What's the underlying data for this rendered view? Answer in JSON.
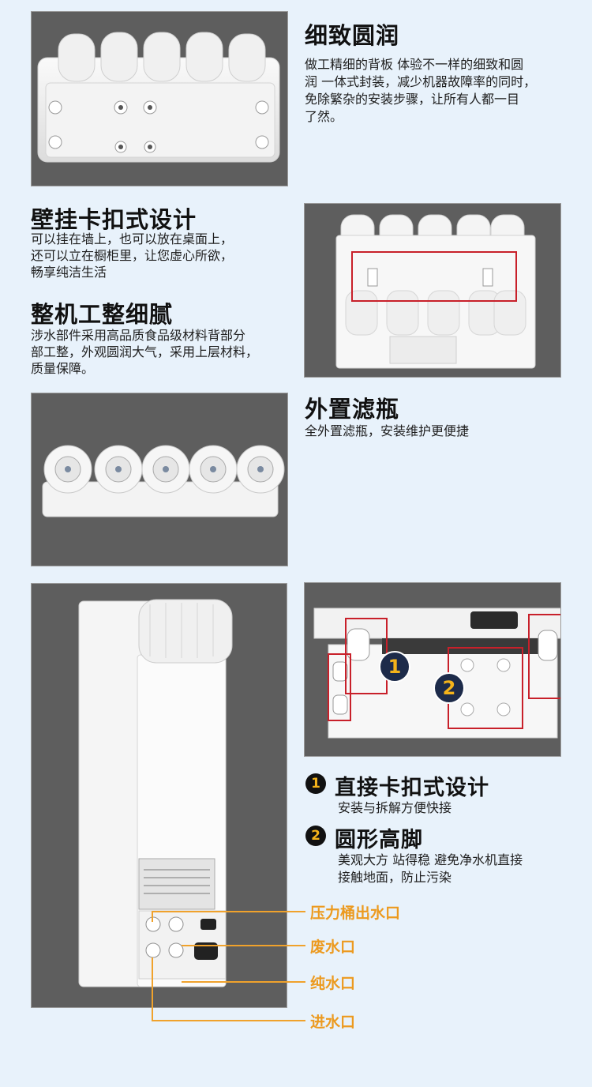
{
  "sections": {
    "s1": {
      "title": "细致圆润",
      "body": "做工精细的背板  体验不一样的细致和圆\n润  一体式封装，减少机器故障率的同时，\n免除繁杂的安装步骤，让所有人都一目\n了然。"
    },
    "s2": {
      "title": "壁挂卡扣式设计",
      "body": "可以挂在墙上，也可以放在桌面上，\n还可以立在橱柜里，让您虚心所欲，\n畅享纯洁生活"
    },
    "s3": {
      "title": "整机工整细腻",
      "body": "涉水部件采用高品质食品级材料背部分\n部工整，外观圆润大气，采用上层材料，\n质量保障。"
    },
    "s4": {
      "title": "外置滤瓶",
      "body": "全外置滤瓶，安装维护更便捷"
    },
    "features": [
      {
        "num": "1",
        "title": "直接卡扣式设计",
        "body": "安装与拆解方便快接"
      },
      {
        "num": "2",
        "title": "圆形高脚",
        "body": "美观大方  站得稳  避免净水机直接\n接触地面，防止污染"
      }
    ],
    "photo_badges": [
      "1",
      "2"
    ],
    "ports": [
      {
        "label": "压力桶出水口"
      },
      {
        "label": "废水口"
      },
      {
        "label": "纯水口"
      },
      {
        "label": "进水口"
      }
    ]
  },
  "colors": {
    "background": "#e8f2fb",
    "photo_bg": "#5e5e5e",
    "accent_orange": "#f0a22c",
    "badge_navy": "#1d2b4a",
    "highlight_red": "#c8202a"
  }
}
